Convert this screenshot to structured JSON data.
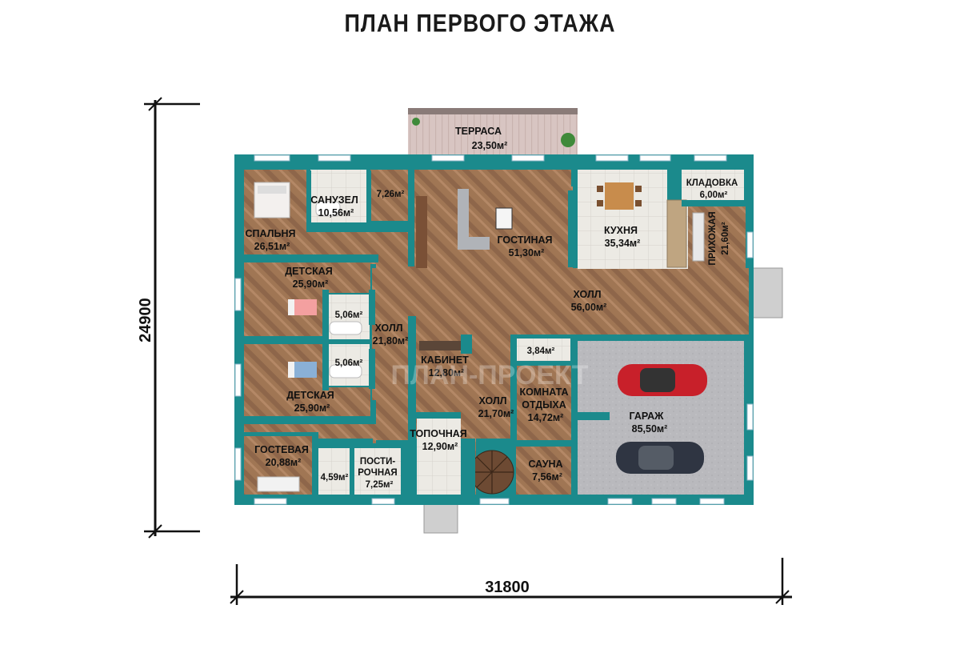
{
  "title": "ПЛАН ПЕРВОГО ЭТАЖА",
  "watermark": "ПЛАН-ПРОЕКТ",
  "dimensions": {
    "width": "31800",
    "height": "24900"
  },
  "colors": {
    "wall": "#1b8a8c",
    "wall_dark": "#0f5e60",
    "floor_wood": "#a07654",
    "floor_tile": "#eceae4",
    "garage_floor": "#b9b9bd",
    "terrace": "#d8c5c2"
  },
  "rooms": {
    "terrace": {
      "name": "ТЕРРАСА",
      "area": "23,50м²"
    },
    "bedroom": {
      "name": "СПАЛЬНЯ",
      "area": "26,51м²"
    },
    "bath_top": {
      "name": "САНУЗЕЛ",
      "area": "10,56м²"
    },
    "closet_top": {
      "name": "",
      "area": "7,26м²"
    },
    "living": {
      "name": "ГОСТИНАЯ",
      "area": "51,30м²"
    },
    "kitchen": {
      "name": "КУХНЯ",
      "area": "35,34м²"
    },
    "pantry": {
      "name": "КЛАДОВКА",
      "area": "6,00м²"
    },
    "entry": {
      "name": "ПРИХОЖАЯ",
      "area": "21,60м²"
    },
    "kids1": {
      "name": "ДЕТСКАЯ",
      "area": "25,90м²"
    },
    "bath1": {
      "name": "",
      "area": "5,06м²"
    },
    "hall_main": {
      "name": "ХОЛЛ",
      "area": "56,00м²"
    },
    "hall_left": {
      "name": "ХОЛЛ",
      "area": "21,80м²"
    },
    "bath2": {
      "name": "",
      "area": "5,06м²"
    },
    "kids2": {
      "name": "ДЕТСКАЯ",
      "area": "25,90м²"
    },
    "office": {
      "name": "КАБИНЕТ",
      "area": "12,80м²"
    },
    "wc_small": {
      "name": "",
      "area": "3,84м²"
    },
    "rest": {
      "name_1": "КОМНАТА",
      "name_2": "ОТДЫХА",
      "area": "14,72м²"
    },
    "hall_mid": {
      "name": "ХОЛЛ",
      "area": "21,70м²"
    },
    "garage": {
      "name": "ГАРАЖ",
      "area": "85,50м²"
    },
    "guest": {
      "name": "ГОСТЕВАЯ",
      "area": "20,88м²"
    },
    "bath_guest": {
      "name": "",
      "area": "4,59м²"
    },
    "laundry": {
      "name_1": "ПОСТИ-",
      "name_2": "РОЧНАЯ",
      "area": "7,25м²"
    },
    "boiler": {
      "name": "ТОПОЧНАЯ",
      "area": "12,90м²"
    },
    "sauna": {
      "name": "САУНА",
      "area": "7,56м²"
    }
  },
  "icons": [
    "bed-icon",
    "sofa-icon",
    "dining-table-icon",
    "car-icon",
    "plant-icon",
    "stair-icon"
  ]
}
